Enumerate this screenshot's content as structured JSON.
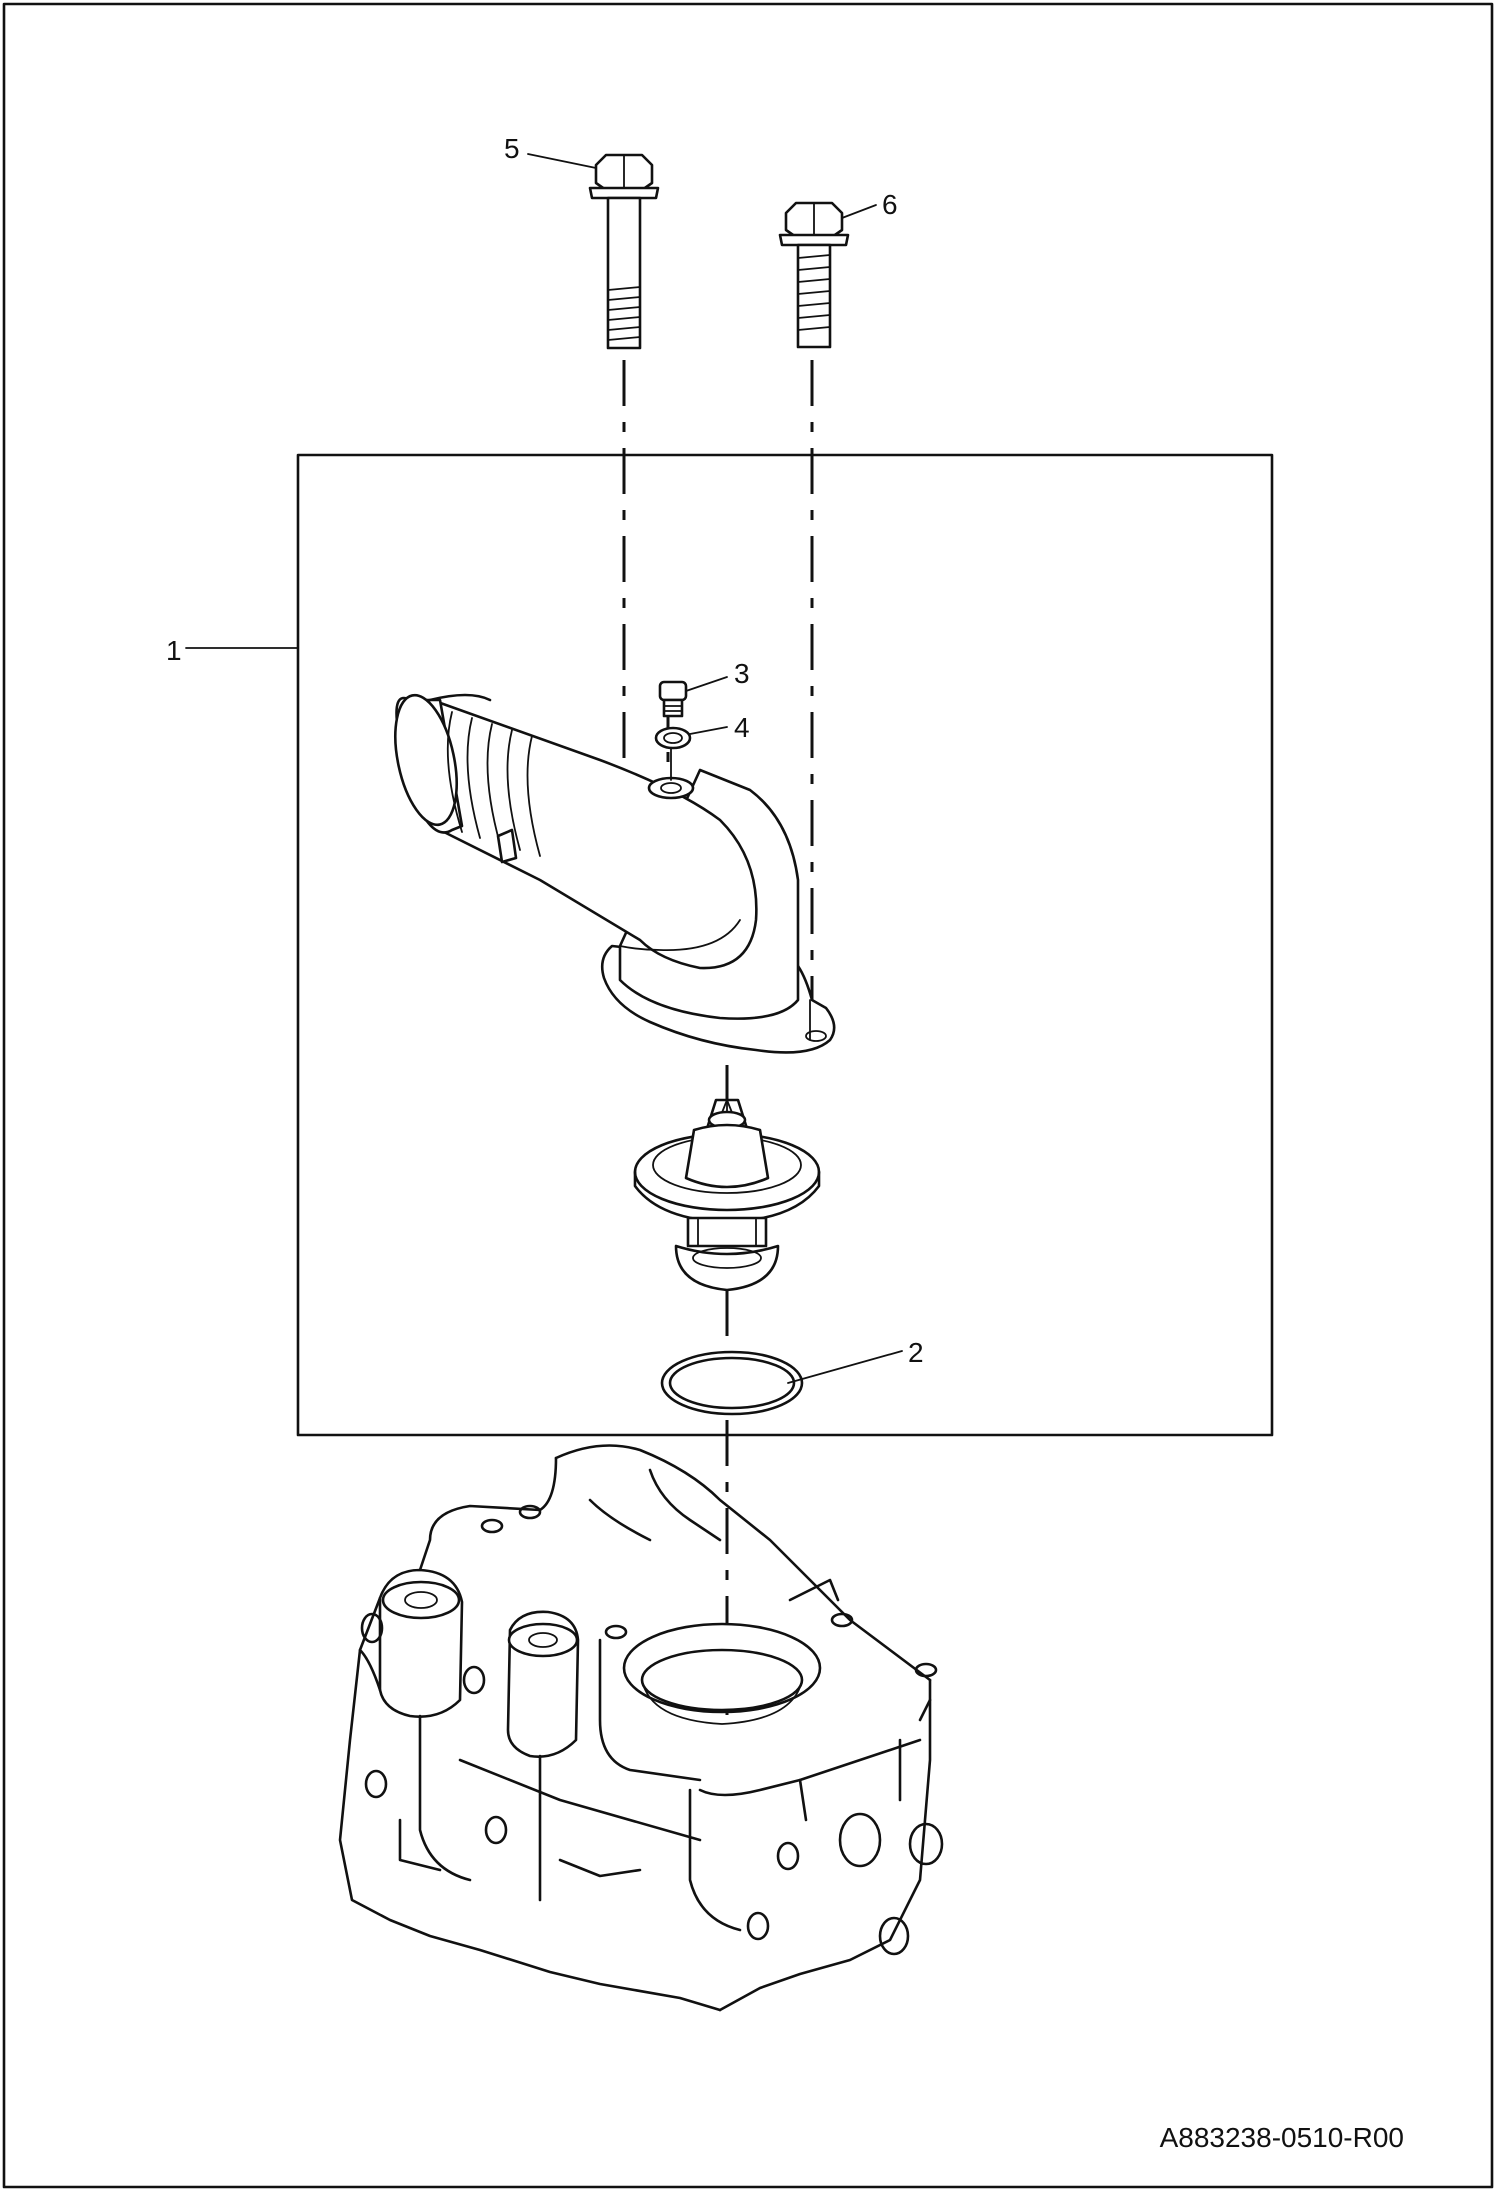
{
  "drawing": {
    "reference_code": "A883238-0510-R00"
  },
  "callouts": [
    {
      "label": "1",
      "part": "thermostat-housing-assembly"
    },
    {
      "label": "2",
      "part": "o-ring"
    },
    {
      "label": "3",
      "part": "plug"
    },
    {
      "label": "4",
      "part": "washer"
    },
    {
      "label": "5",
      "part": "long-flange-bolt"
    },
    {
      "label": "6",
      "part": "short-flange-bolt"
    }
  ],
  "colors": {
    "ink": "#111111",
    "paper": "#ffffff"
  }
}
